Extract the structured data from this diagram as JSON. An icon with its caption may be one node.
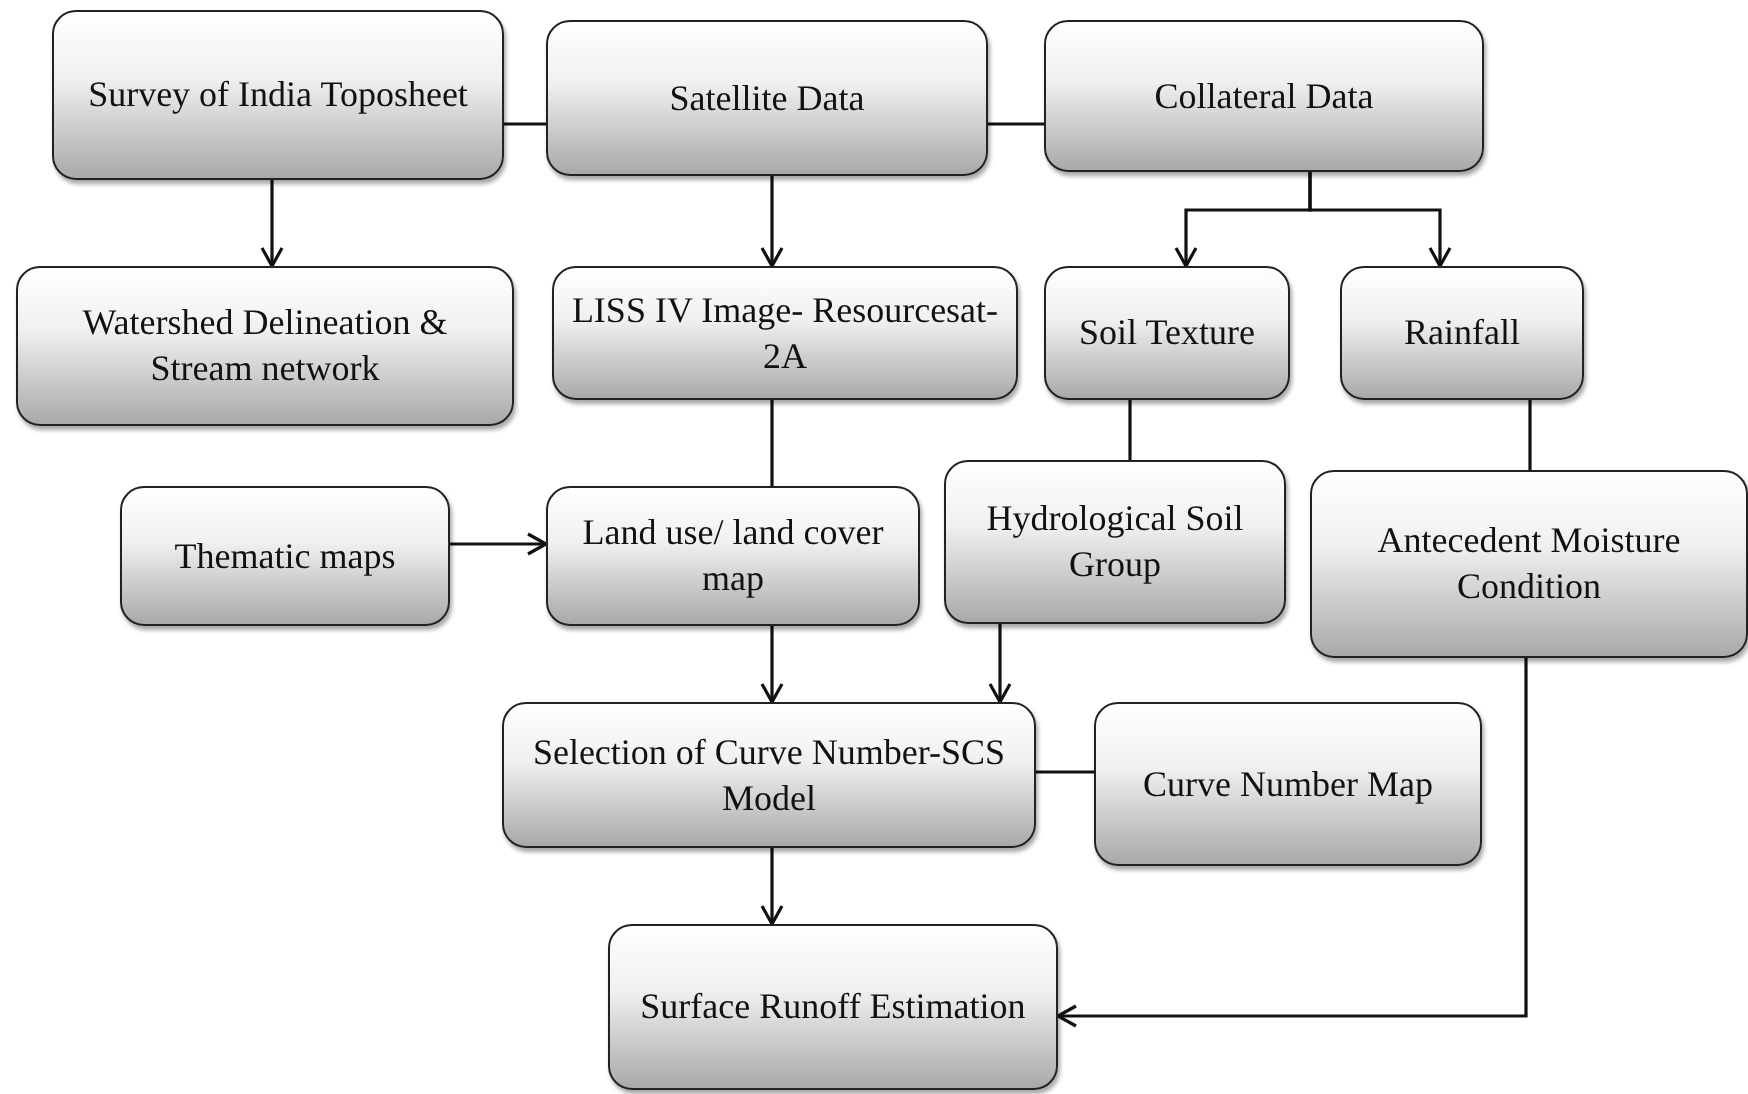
{
  "diagram": {
    "nodes": [
      {
        "text": [
          "Survey of India Toposheet"
        ]
      },
      {
        "text": [
          "Satellite Data"
        ]
      },
      {
        "text": [
          "Collateral Data"
        ]
      },
      {
        "text": [
          "Watershed Delineation & Stream network"
        ]
      },
      {
        "text": [
          "LISS IV Image- Resourcesat- 2A"
        ]
      },
      {
        "text": [
          "Soil Texture"
        ]
      },
      {
        "text": [
          "Rainfall"
        ]
      },
      {
        "text": [
          "Thematic maps"
        ]
      },
      {
        "text": [
          "Land use/ land cover map"
        ]
      },
      {
        "text": [
          "Hydrological Soil Group"
        ]
      },
      {
        "text": [
          "Antecedent Moisture Condition"
        ]
      },
      {
        "text": [
          "Selection of Curve Number-SCS Model"
        ]
      },
      {
        "text": [
          "Curve Number Map"
        ]
      },
      {
        "text": [
          "Surface Runoff Estimation"
        ]
      }
    ],
    "edges": [
      {
        "from": 0,
        "to": 1,
        "arrow": "none"
      },
      {
        "from": 1,
        "to": 2,
        "arrow": "none"
      },
      {
        "from": 0,
        "to": 3,
        "arrow": "to"
      },
      {
        "from": 1,
        "to": 4,
        "arrow": "to"
      },
      {
        "from": 2,
        "to": 5,
        "arrow": "to"
      },
      {
        "from": 2,
        "to": 6,
        "arrow": "to"
      },
      {
        "from": 4,
        "to": 8,
        "arrow": "none"
      },
      {
        "from": 7,
        "to": 8,
        "arrow": "to"
      },
      {
        "from": 5,
        "to": 9,
        "arrow": "none"
      },
      {
        "from": 6,
        "to": 10,
        "arrow": "none"
      },
      {
        "from": 8,
        "to": 11,
        "arrow": "to"
      },
      {
        "from": 9,
        "to": 11,
        "arrow": "to"
      },
      {
        "from": 11,
        "to": 12,
        "arrow": "none"
      },
      {
        "from": 11,
        "to": 13,
        "arrow": "to"
      },
      {
        "from": 10,
        "to": 13,
        "arrow": "to"
      }
    ]
  }
}
